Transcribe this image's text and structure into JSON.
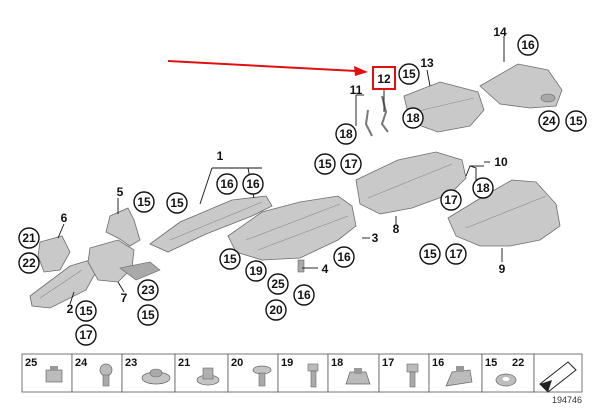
{
  "diagram": {
    "callouts": {
      "c1": "1",
      "c2": "2",
      "c3": "3",
      "c4": "4",
      "c5": "5",
      "c6": "6",
      "c7": "7",
      "c8": "8",
      "c9": "9",
      "c10": "10",
      "c11": "11",
      "c12": "12",
      "c13": "13",
      "c14": "14",
      "c15": "15",
      "c16": "16",
      "c17": "17",
      "c18": "18",
      "c19": "19",
      "c20": "20",
      "c21": "21",
      "c22": "22",
      "c23": "23",
      "c24": "24",
      "c25": "25"
    },
    "highlight_color": "#e01010",
    "arrow_color": "#e01010",
    "parts_strip": [
      "25",
      "24",
      "23",
      "21",
      "20",
      "19",
      "18",
      "17",
      "16",
      "15",
      "22"
    ],
    "reference_number": "194746"
  }
}
